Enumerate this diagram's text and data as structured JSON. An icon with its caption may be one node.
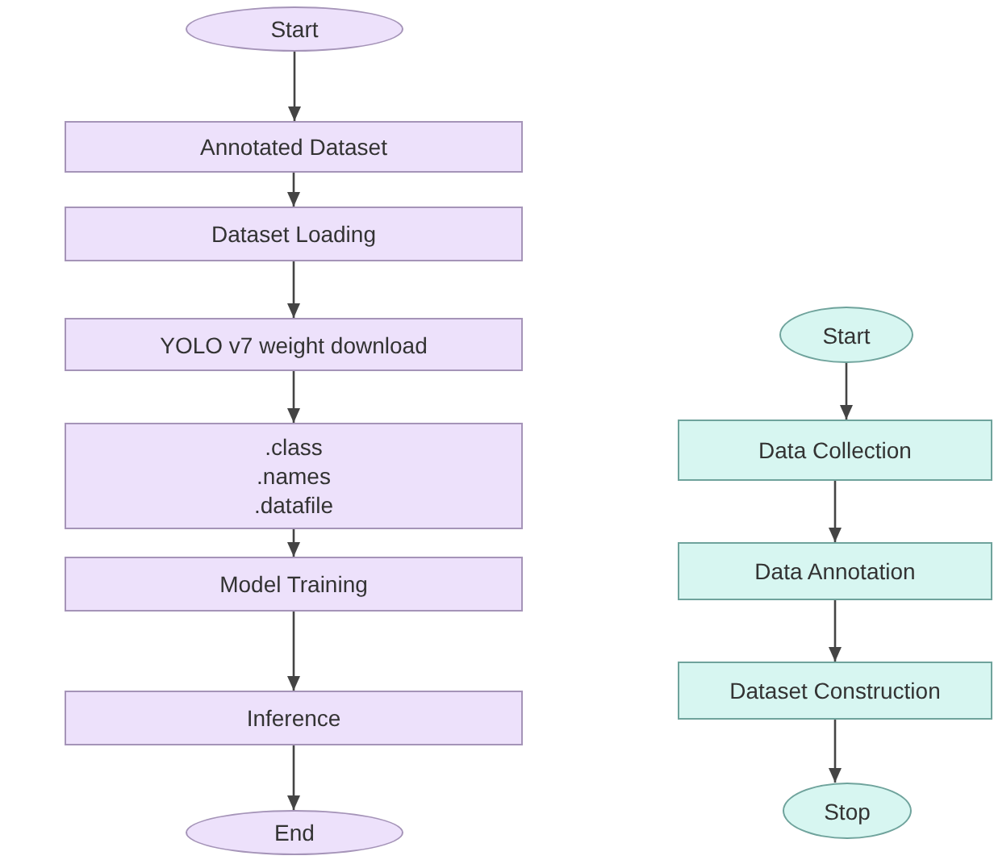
{
  "diagram": {
    "nodes": [
      {
        "text": [
          "Start"
        ]
      },
      {
        "text": [
          "Annotated Dataset"
        ]
      },
      {
        "text": [
          "Dataset Loading"
        ]
      },
      {
        "text": [
          "YOLO v7 weight download"
        ]
      },
      {
        "text": [
          ".class",
          ".names",
          ".datafile"
        ]
      },
      {
        "text": [
          "Model Training"
        ]
      },
      {
        "text": [
          "Inference"
        ]
      },
      {
        "text": [
          "End"
        ]
      },
      {
        "text": [
          "Start"
        ]
      },
      {
        "text": [
          "Data Collection"
        ]
      },
      {
        "text": [
          "Data Annotation"
        ]
      },
      {
        "text": [
          "Dataset Construction"
        ]
      },
      {
        "text": [
          "Stop"
        ]
      }
    ],
    "edges": [
      {
        "from": 0,
        "to": 1,
        "arrow": "to"
      },
      {
        "from": 1,
        "to": 2,
        "arrow": "to"
      },
      {
        "from": 2,
        "to": 3,
        "arrow": "to"
      },
      {
        "from": 3,
        "to": 4,
        "arrow": "to"
      },
      {
        "from": 4,
        "to": 5,
        "arrow": "to"
      },
      {
        "from": 5,
        "to": 6,
        "arrow": "to"
      },
      {
        "from": 6,
        "to": 7,
        "arrow": "to"
      },
      {
        "from": 8,
        "to": 9,
        "arrow": "to"
      },
      {
        "from": 9,
        "to": 10,
        "arrow": "to"
      },
      {
        "from": 10,
        "to": 11,
        "arrow": "to"
      },
      {
        "from": 11,
        "to": 12,
        "arrow": "to"
      }
    ]
  }
}
